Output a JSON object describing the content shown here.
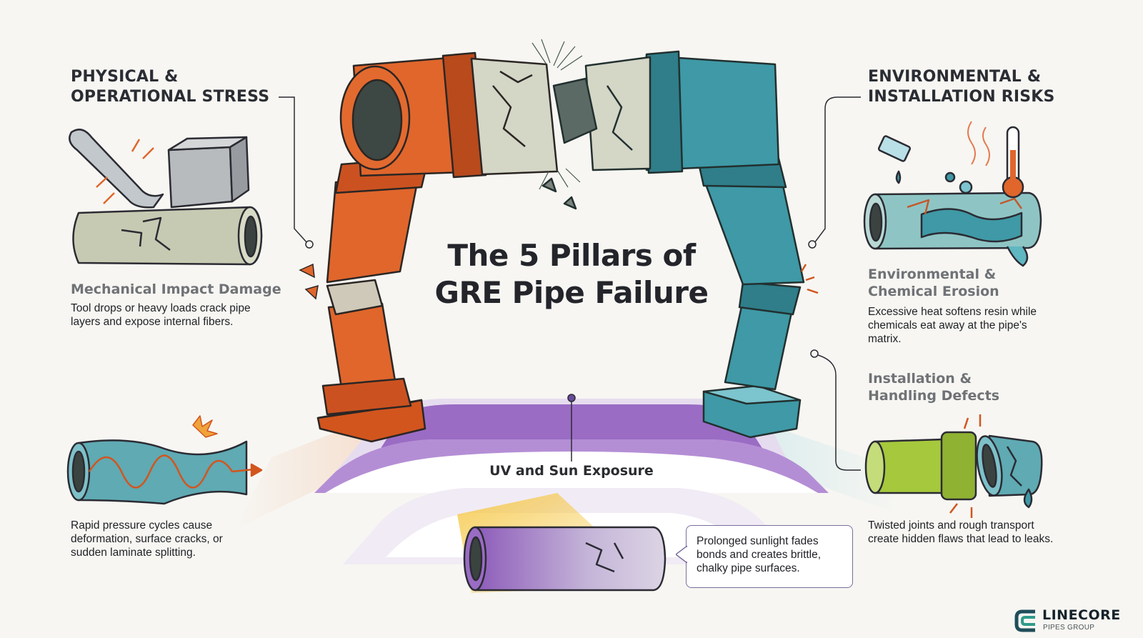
{
  "main_title": {
    "line1": "The 5 Pillars of",
    "line2": "GRE Pipe Failure"
  },
  "left_section": {
    "heading_line1": "PHYSICAL &",
    "heading_line2": "OPERATIONAL STRESS",
    "items": [
      {
        "title": "Mechanical Impact Damage",
        "description": "Tool drops or heavy loads crack pipe layers and expose internal fibers."
      },
      {
        "title": "",
        "description": "Rapid pressure cycles cause deformation, surface cracks, or sudden laminate splitting."
      }
    ]
  },
  "right_section": {
    "heading_line1": "ENVIRONMENTAL &",
    "heading_line2": "INSTALLATION RISKS",
    "items": [
      {
        "title_line1": "Environmental &",
        "title_line2": "Chemical Erosion",
        "description": "Excessive heat softens resin while chemicals eat away at the pipe's matrix."
      },
      {
        "title_line1": "Installation &",
        "title_line2": "Handling Defects",
        "description": "Twisted joints and rough transport create hidden flaws that lead to leaks."
      }
    ]
  },
  "bottom_section": {
    "title": "UV and Sun Exposure",
    "description": "Prolonged sunlight fades bonds and creates brittle, chalky pipe surfaces."
  },
  "brand": {
    "name": "LINECORE",
    "sub": "PIPES GROUP"
  },
  "colors": {
    "orange_pipe": "#e0662c",
    "teal_pipe": "#3f99a6",
    "purple_platform": "#9a6cc4",
    "lime_pipe": "#a6c83c",
    "background": "#f7f6f2"
  }
}
